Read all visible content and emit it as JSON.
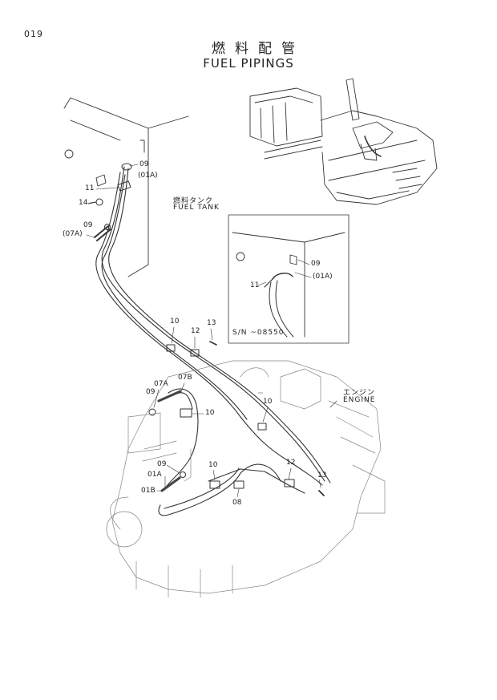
{
  "page": {
    "number": "019"
  },
  "title": {
    "japanese": "燃料配管",
    "english": "FUEL PIPINGS"
  },
  "captions": {
    "fuel_tank_jp": "燃料タンク",
    "fuel_tank_en": "FUEL TANK",
    "engine_jp": "エンジン",
    "engine_en": "ENGINE",
    "serial_note": "S/N  ~08550"
  },
  "part_labels": {
    "p09_top": "09",
    "p01A_top": "(01A)",
    "p11": "11",
    "p14": "14",
    "p09_left": "09",
    "p07A1": "(07A)",
    "p10_a": "10",
    "p12_a": "12",
    "p13_a": "13",
    "p07B": "07B",
    "p07A": "07A",
    "p09_mid": "09",
    "p10_b": "10",
    "p10_c": "10",
    "p09_low": "09",
    "p01A": "01A",
    "p01B": "01B",
    "p10_d": "10",
    "p08": "08",
    "p12_b": "12",
    "p13_b": "13",
    "inset_09": "09",
    "inset_01A": "(01A)",
    "inset_11": "11"
  },
  "colors": {
    "ink": "#222222",
    "background": "#ffffff"
  }
}
